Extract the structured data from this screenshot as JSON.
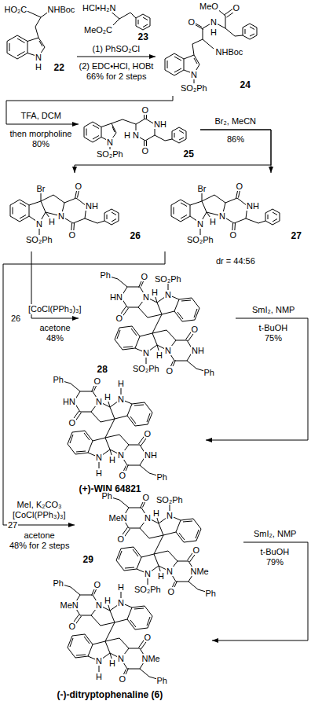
{
  "diagram": {
    "nodes": [
      {
        "text": [
          "HO₂C",
          "NHBoc",
          "N",
          "H",
          "22"
        ]
      },
      {
        "text": [
          "HCl•H₂N",
          "MeO₂C",
          "23"
        ]
      },
      {
        "text": [
          "MeO",
          "O",
          "O",
          "N",
          "H",
          "NHBoc",
          "N",
          "SO₂Ph",
          "24"
        ]
      },
      {
        "text": [
          "O",
          "NH",
          "H",
          "N",
          "O",
          "N",
          "SO₂Ph",
          "25"
        ]
      },
      {
        "text": [
          "Br",
          "O",
          "NH",
          "H",
          "N",
          "N",
          "O",
          "SO₂Ph",
          "26"
        ]
      },
      {
        "text": [
          "Br",
          "O",
          "NH",
          "H",
          "N",
          "N",
          "O",
          "SO₂Ph",
          "27"
        ]
      },
      {
        "text": [
          "SO₂Ph",
          "Ph",
          "O",
          "HN",
          "N",
          "H",
          "N",
          "O",
          "O",
          "N",
          "H",
          "N",
          "NH",
          "O",
          "SO₂Ph",
          "Ph",
          "28"
        ]
      },
      {
        "text": [
          "H",
          "Ph",
          "O",
          "HN",
          "N",
          "H",
          "N",
          "O",
          "O",
          "N",
          "H",
          "N",
          "NH",
          "O",
          "H",
          "Ph",
          "(+)-WIN 64821"
        ]
      },
      {
        "text": [
          "SO₂Ph",
          "Ph",
          "O",
          "MeN",
          "N",
          "H",
          "N",
          "O",
          "O",
          "N",
          "H",
          "N",
          "NMe",
          "O",
          "SO₂Ph",
          "Ph",
          "29"
        ]
      },
      {
        "text": [
          "H",
          "Ph",
          "O",
          "MeN",
          "N",
          "H",
          "N",
          "O",
          "O",
          "N",
          "H",
          "N",
          "NMe",
          "O",
          "H",
          "Ph",
          "(-)-ditryptophenaline (6)"
        ]
      }
    ],
    "edges": [
      {
        "from": 0,
        "to": 2,
        "arrow": "to",
        "label": "(1) PhSO₂Cl"
      },
      {
        "from": 2,
        "to": 3,
        "arrow": "to",
        "label": "TFA, DCM"
      },
      {
        "from": 3,
        "to": 4,
        "arrow": "to",
        "label": "Br₂, MeCN"
      },
      {
        "from": 3,
        "to": 5,
        "arrow": "to"
      },
      {
        "from": 4,
        "to": 6,
        "arrow": "to",
        "label": "[CoCl(PPh₃)₃]"
      },
      {
        "from": 6,
        "to": 7,
        "arrow": "to",
        "label": "SmI₂, NMP"
      },
      {
        "from": 5,
        "to": 8,
        "arrow": "to",
        "label": "MeI, K₂CO₃"
      },
      {
        "from": 8,
        "to": 9,
        "arrow": "to",
        "label": "SmI₂, NMP"
      }
    ],
    "labels": [
      "(2) EDC•HCl, HOBt",
      "66% for 2 steps",
      "then morpholine",
      "80%",
      "86%",
      "dr = 44:56",
      "26",
      "acetone",
      "48%",
      "t-BuOH",
      "75%",
      "27",
      "[CoCl(PPh₃)₃]",
      "acetone",
      "48% for 2 steps",
      "t-BuOH",
      "79%"
    ]
  }
}
